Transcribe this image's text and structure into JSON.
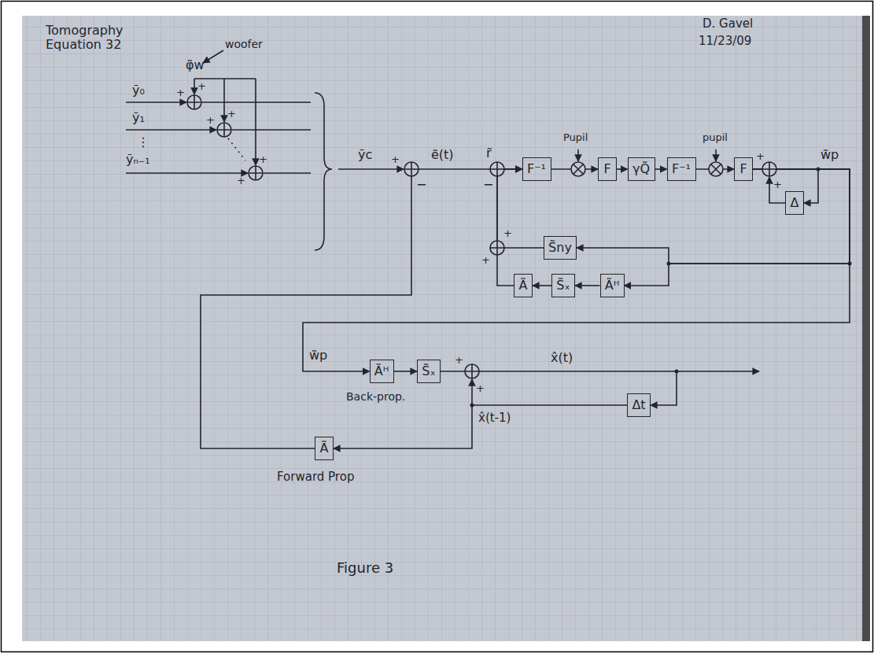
{
  "diagram": {
    "title": "Tomography Equation 32",
    "caption": "Figure 3",
    "nodes": [
      {
        "text": [
          "F⁻¹"
        ]
      },
      {
        "text": [
          "F"
        ]
      },
      {
        "text": [
          "γQ̃"
        ]
      },
      {
        "text": [
          "F⁻¹"
        ]
      },
      {
        "text": [
          "F"
        ]
      },
      {
        "text": [
          "Δ"
        ]
      },
      {
        "text": [
          "S̃ny"
        ]
      },
      {
        "text": [
          "Ãᴴ"
        ]
      },
      {
        "text": [
          "S̃ₓ"
        ]
      },
      {
        "text": [
          "Ã"
        ]
      },
      {
        "text": [
          "Ãᴴ"
        ]
      },
      {
        "text": [
          "S̃ₓ"
        ]
      },
      {
        "text": [
          "Δt"
        ]
      },
      {
        "text": [
          "Ã"
        ]
      }
    ],
    "edges": [
      {
        "from": 0,
        "to": 1,
        "arrow": "to"
      },
      {
        "from": 1,
        "to": 2,
        "arrow": "to"
      },
      {
        "from": 2,
        "to": 3,
        "arrow": "to"
      },
      {
        "from": 3,
        "to": 4,
        "arrow": "to"
      },
      {
        "from": 4,
        "to": 5,
        "arrow": "to"
      },
      {
        "from": 4,
        "to": 6,
        "arrow": "to"
      },
      {
        "from": 4,
        "to": 7,
        "arrow": "to"
      },
      {
        "from": 4,
        "to": 10,
        "arrow": "to"
      },
      {
        "from": 7,
        "to": 8,
        "arrow": "to"
      },
      {
        "from": 8,
        "to": 9,
        "arrow": "to"
      },
      {
        "from": 6,
        "to": 0,
        "arrow": "to"
      },
      {
        "from": 9,
        "to": 0,
        "arrow": "to"
      },
      {
        "from": 10,
        "to": 11,
        "arrow": "to"
      },
      {
        "from": 11,
        "to": 12,
        "arrow": "to"
      },
      {
        "from": 12,
        "to": 13,
        "arrow": "to"
      },
      {
        "from": 13,
        "to": 0,
        "arrow": "to"
      }
    ],
    "labels": [
      "D. Gavel",
      "11/23/09",
      "φ̃w",
      "woofer",
      "ỹ₀",
      "ỹ₁",
      "⋮",
      "ỹₙ₋₁",
      "+",
      "+",
      "+",
      "+",
      "+",
      "+",
      "ỹc",
      "+",
      "−",
      "ẽ(t)",
      "r̃",
      "−",
      "Pupil",
      "pupil",
      "w̃p",
      "+",
      "+",
      "+",
      "+",
      "w̃p",
      "Back-prop.",
      "+",
      "+",
      "x̂(t)",
      "x̂(t-1)",
      "Forward Prop"
    ]
  }
}
